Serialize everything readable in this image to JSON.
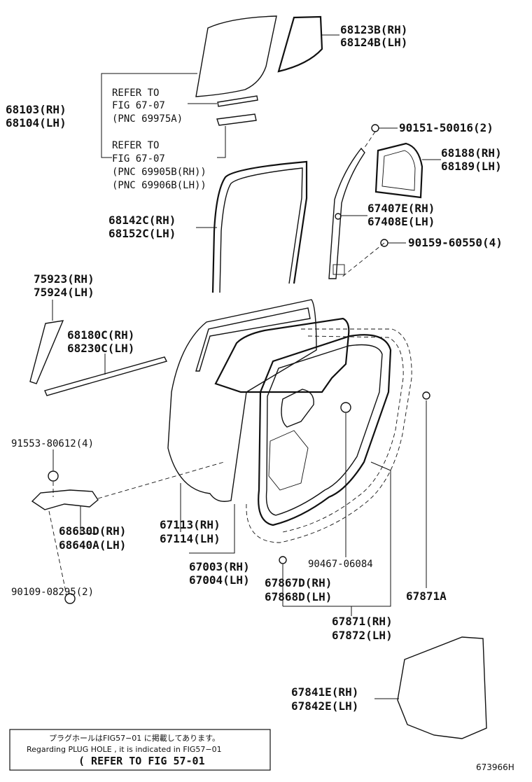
{
  "labels": {
    "l_68123B": "68123B(RH)",
    "l_68124B": "68124B(LH)",
    "l_68103": "68103(RH)",
    "l_68104": "68104(LH)",
    "l_90151": "90151-50016(2)",
    "l_68188": "68188(RH)",
    "l_68189": "68189(LH)",
    "l_68142C": "68142C(RH)",
    "l_68152C": "68152C(LH)",
    "l_67407E": "67407E(RH)",
    "l_67408E": "67408E(LH)",
    "l_90159": "90159-60550(4)",
    "l_75923": "75923(RH)",
    "l_75924": "75924(LH)",
    "l_68180C": "68180C(RH)",
    "l_68230C": "68230C(LH)",
    "l_91553": "91553-80612(4)",
    "l_68630D": "68630D(RH)",
    "l_68640A": "68640A(LH)",
    "l_90109": "90109-08295(2)",
    "l_67113": "67113(RH)",
    "l_67114": "67114(LH)",
    "l_67003": "67003(RH)",
    "l_67004": "67004(LH)",
    "l_90467": "90467-06084",
    "l_67867D": "67867D(RH)",
    "l_67868D": "67868D(LH)",
    "l_67871A": "67871A",
    "l_67871": "67871(RH)",
    "l_67872": "67872(LH)",
    "l_67841E": "67841E(RH)",
    "l_67842E": "67842E(LH)"
  },
  "references": {
    "ref1_line1": "REFER TO",
    "ref1_line2": "FIG 67-07",
    "ref1_line3": "(PNC 69975A)",
    "ref2_line1": "REFER TO",
    "ref2_line2": "FIG 67-07",
    "ref2_line3": "(PNC 69905B(RH))",
    "ref2_line4": "(PNC 69906B(LH))"
  },
  "note": {
    "japanese": "プラグホールはFIG57−01 に掲載してあります。",
    "english": "Regarding PLUG HOLE , it is indicated in FIG57−01",
    "refer": "( REFER TO FIG 57-01"
  },
  "figure_id": "673966H"
}
